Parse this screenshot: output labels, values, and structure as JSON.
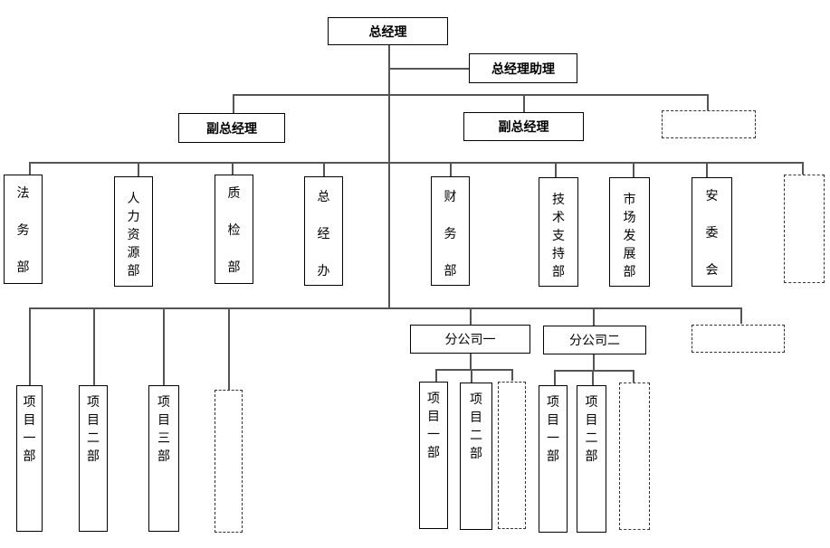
{
  "diagram": {
    "type": "org-chart",
    "ceo": "总经理",
    "ceo_assistant": "总经理助理",
    "deputies": [
      "副总经理",
      "副总经理",
      ""
    ],
    "departments": [
      {
        "name": "法务部",
        "chars": [
          "法",
          "务",
          "部"
        ]
      },
      {
        "name": "人力资源部",
        "chars": [
          "人",
          "力",
          "资",
          "源",
          "部"
        ]
      },
      {
        "name": "质检部",
        "chars": [
          "质",
          "检",
          "部"
        ]
      },
      {
        "name": "总经办",
        "chars": [
          "总",
          "经",
          "办"
        ]
      },
      {
        "name": "财务部",
        "chars": [
          "财",
          "务",
          "部"
        ]
      },
      {
        "name": "技术支持部",
        "chars": [
          "技",
          "术",
          "支",
          "持",
          "部"
        ]
      },
      {
        "name": "市场发展部",
        "chars": [
          "市",
          "场",
          "发",
          "展",
          "部"
        ]
      },
      {
        "name": "安委会",
        "chars": [
          "安",
          "委",
          "会"
        ]
      },
      {
        "name": "",
        "chars": []
      }
    ],
    "projects": [
      {
        "name": "项目一部",
        "chars": [
          "项",
          "目",
          "一",
          "部"
        ]
      },
      {
        "name": "项目二部",
        "chars": [
          "项",
          "目",
          "二",
          "部"
        ]
      },
      {
        "name": "项目三部",
        "chars": [
          "项",
          "目",
          "三",
          "部"
        ]
      },
      {
        "name": "",
        "chars": []
      }
    ],
    "branches": [
      {
        "name": "分公司一",
        "projects": [
          {
            "name": "项目一部",
            "chars": [
              "项",
              "目",
              "一",
              "部"
            ]
          },
          {
            "name": "项目二部",
            "chars": [
              "项",
              "目",
              "二",
              "部"
            ]
          },
          {
            "name": "",
            "chars": []
          }
        ]
      },
      {
        "name": "分公司二",
        "projects": [
          {
            "name": "项目一部",
            "chars": [
              "项",
              "目",
              "一",
              "部"
            ]
          },
          {
            "name": "项目二部",
            "chars": [
              "项",
              "目",
              "二",
              "部"
            ]
          },
          {
            "name": "",
            "chars": []
          }
        ]
      },
      {
        "name": "",
        "projects": []
      }
    ]
  }
}
